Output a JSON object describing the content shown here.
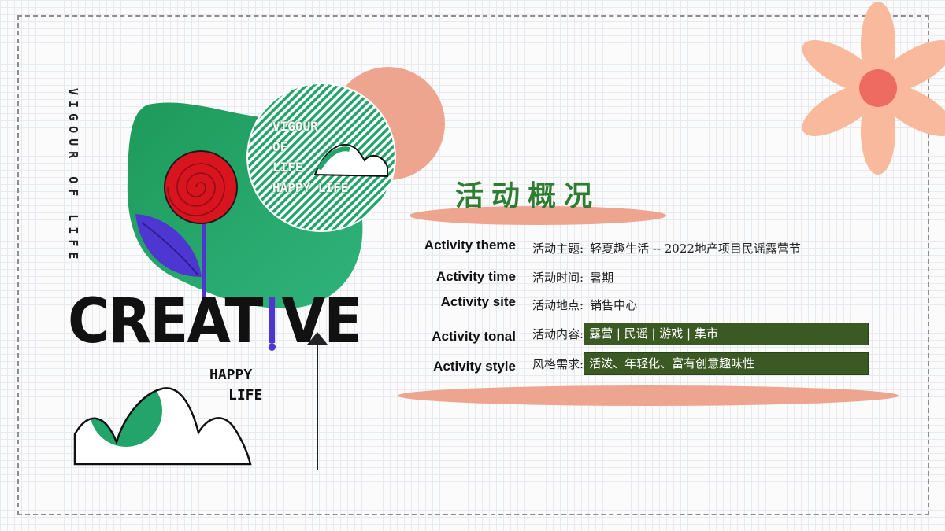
{
  "side_text": "VIGOUR OF LIFE",
  "circle_text": [
    "VIGOUR",
    "OF",
    "LIFE",
    "HAPPY LIFE"
  ],
  "creative": {
    "before": "CREAT",
    "after": "VE"
  },
  "happy_life": [
    "HAPPY",
    "LIFE"
  ],
  "title": "活动概况",
  "labels": [
    "Activity theme",
    "Activity time",
    "Activity site",
    "Activity tonal",
    "Activity style"
  ],
  "rows": [
    {
      "label": "活动主题:",
      "value": "轻夏趣生活 -- 2022地产项目民谣露营节"
    },
    {
      "label": "活动时间:",
      "value": "暑期"
    },
    {
      "label": "活动地点:",
      "value": "销售中心"
    },
    {
      "label": "活动内容:",
      "value": "露营 | 民谣 | 游戏 | 集市"
    },
    {
      "label": "风格需求:",
      "value": "活泼、年轻化、富有创意趣味性"
    }
  ],
  "colors": {
    "green": "#22a46b",
    "salmon": "#eda58f",
    "flower": "#f9b99d",
    "flower_center": "#ee6b61",
    "rose": "#d8141f",
    "leaf": "#4d37d0",
    "title_green": "#2f7d32",
    "highlight": "#3b5a23"
  }
}
